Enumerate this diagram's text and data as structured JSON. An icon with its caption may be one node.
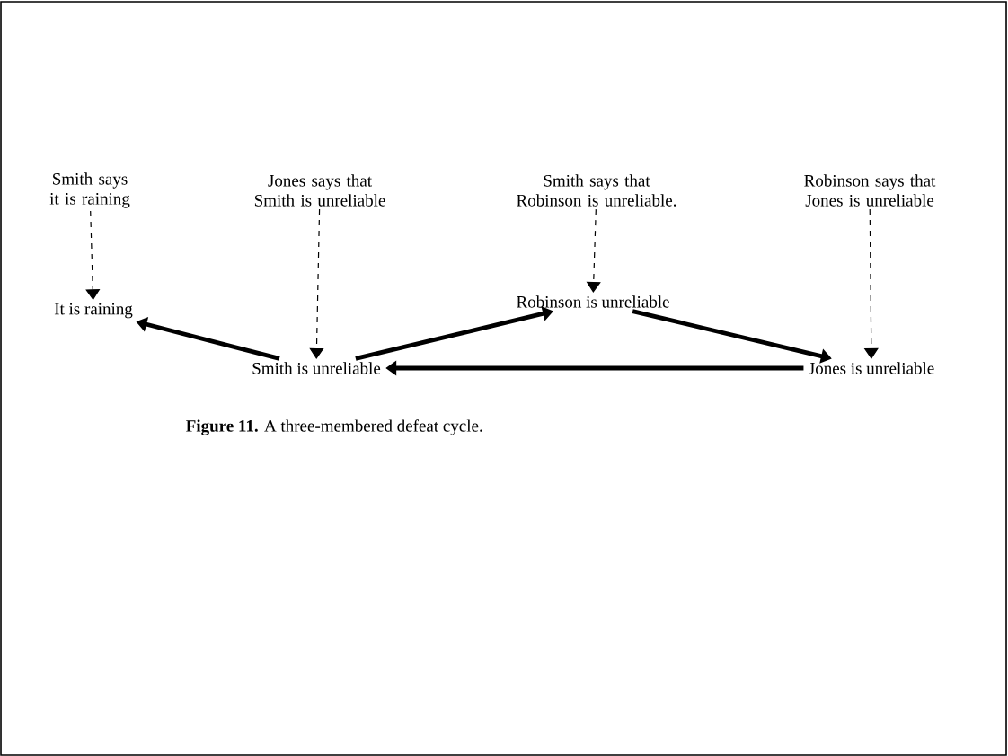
{
  "diagram": {
    "caption": "**Figure 11.** A three-membered defeat cycle.",
    "nodes": [
      {
        "text": [
          "Smith says it is raining"
        ]
      },
      {
        "text": [
          "Jones says that Smith is unreliable"
        ]
      },
      {
        "text": [
          "Smith says that Robinson is unreliable."
        ]
      },
      {
        "text": [
          "Robinson says that Jones is unreliable"
        ]
      },
      {
        "text": [
          "It is raining"
        ]
      },
      {
        "text": [
          "Robinson is unreliable"
        ]
      },
      {
        "text": [
          "Smith is unreliable"
        ]
      },
      {
        "text": [
          "Jones is unreliable"
        ]
      }
    ],
    "edges": [
      {
        "from": 0,
        "to": 4,
        "arrow": "to",
        "style": "dashed"
      },
      {
        "from": 1,
        "to": 6,
        "arrow": "to",
        "style": "dashed"
      },
      {
        "from": 2,
        "to": 5,
        "arrow": "to",
        "style": "dashed"
      },
      {
        "from": 3,
        "to": 7,
        "arrow": "to",
        "style": "dashed"
      },
      {
        "from": 6,
        "to": 4,
        "arrow": "to",
        "style": "thick"
      },
      {
        "from": 6,
        "to": 5,
        "arrow": "to",
        "style": "thick"
      },
      {
        "from": 5,
        "to": 7,
        "arrow": "to",
        "style": "thick"
      },
      {
        "from": 7,
        "to": 6,
        "arrow": "to",
        "style": "thick"
      }
    ]
  }
}
